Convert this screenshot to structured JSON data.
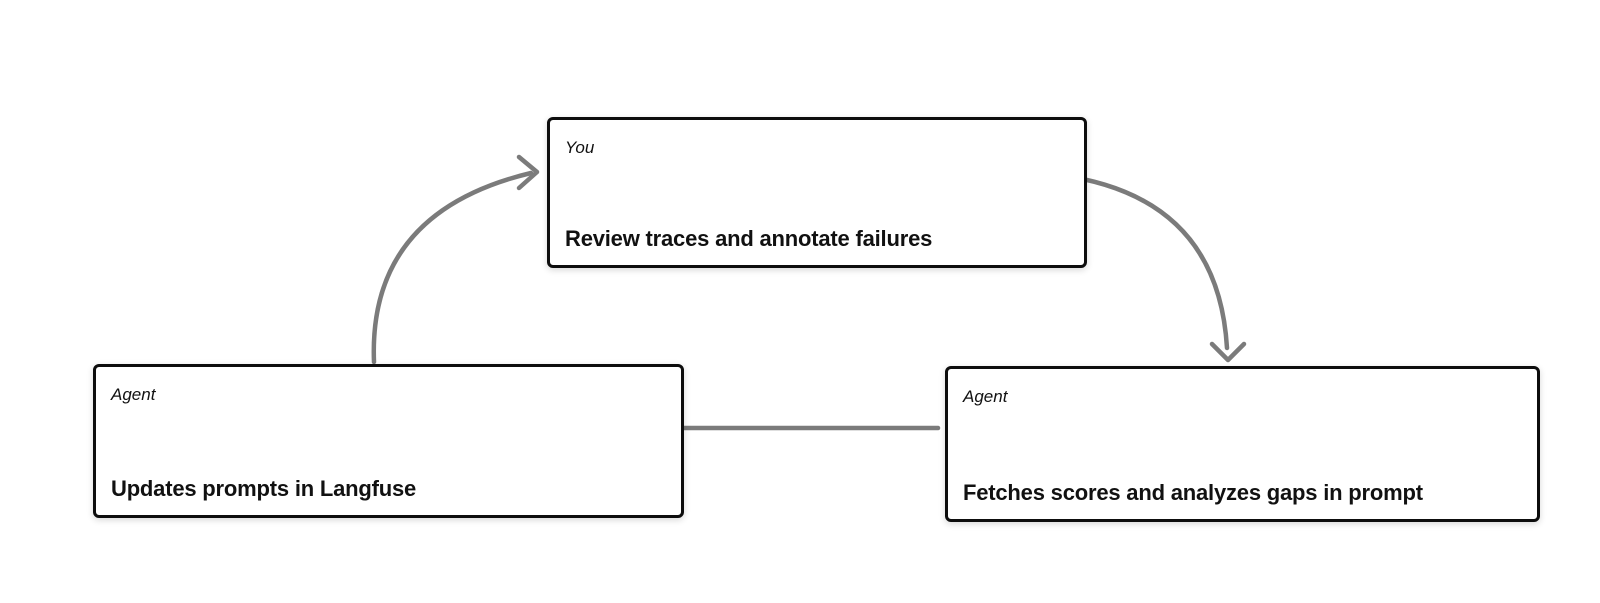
{
  "diagram": {
    "type": "cycle-flowchart",
    "colors": {
      "background": "#ffffff",
      "arrow": "#7b7b7b",
      "node_border": "#0d0d0d",
      "node_fill": "#ffffff",
      "text": "#111111"
    },
    "nodes": {
      "top": {
        "role": "You",
        "title": "Review traces and annotate failures"
      },
      "left": {
        "role": "Agent",
        "title": "Updates prompts in Langfuse"
      },
      "right": {
        "role": "Agent",
        "title": "Fetches scores and analyzes gaps in prompt"
      }
    },
    "edges": [
      {
        "from": "left",
        "to": "top",
        "style": "curved-arrow"
      },
      {
        "from": "top",
        "to": "right",
        "style": "curved-arrow"
      },
      {
        "from": "right",
        "to": "left",
        "style": "straight-arrow"
      }
    ]
  }
}
